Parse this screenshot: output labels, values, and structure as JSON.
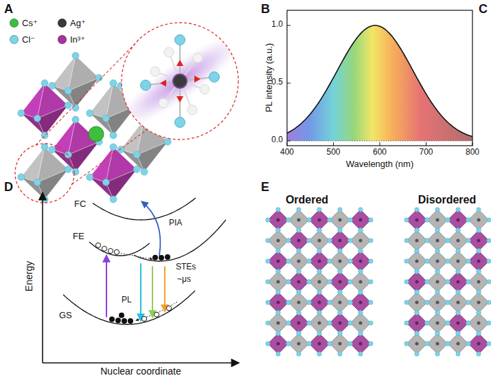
{
  "diagram": {
    "labels": [
      "A",
      "B",
      "C",
      "PL intensity (a.u.)",
      "1.0",
      "0.5",
      "0.0",
      "400",
      "500",
      "600",
      "700",
      "800",
      "Wavelength (nm)",
      "D",
      "E",
      "Energy",
      "Nuclear coordinate",
      "FC",
      "FE",
      "PIA",
      "STEs",
      "PL",
      "~μs",
      "GS",
      "Ordered",
      "Disordered"
    ],
    "legend": [
      {
        "text": "Cs⁺",
        "color": "#3cbf3c"
      },
      {
        "text": "Ag⁺",
        "color": "#3a3a3a"
      },
      {
        "text": "Cl⁻",
        "color": "#7fd3e6"
      },
      {
        "text": "In³⁺",
        "color": "#a3359b"
      }
    ]
  }
}
